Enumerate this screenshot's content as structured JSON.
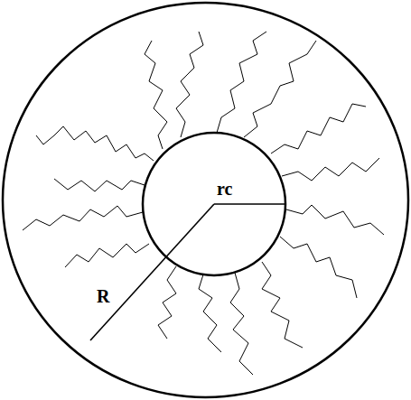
{
  "diagram": {
    "nodes": [
      {
        "text": [
          "R"
        ]
      },
      {
        "text": [
          "rc"
        ],
        "in": 0
      }
    ]
  }
}
